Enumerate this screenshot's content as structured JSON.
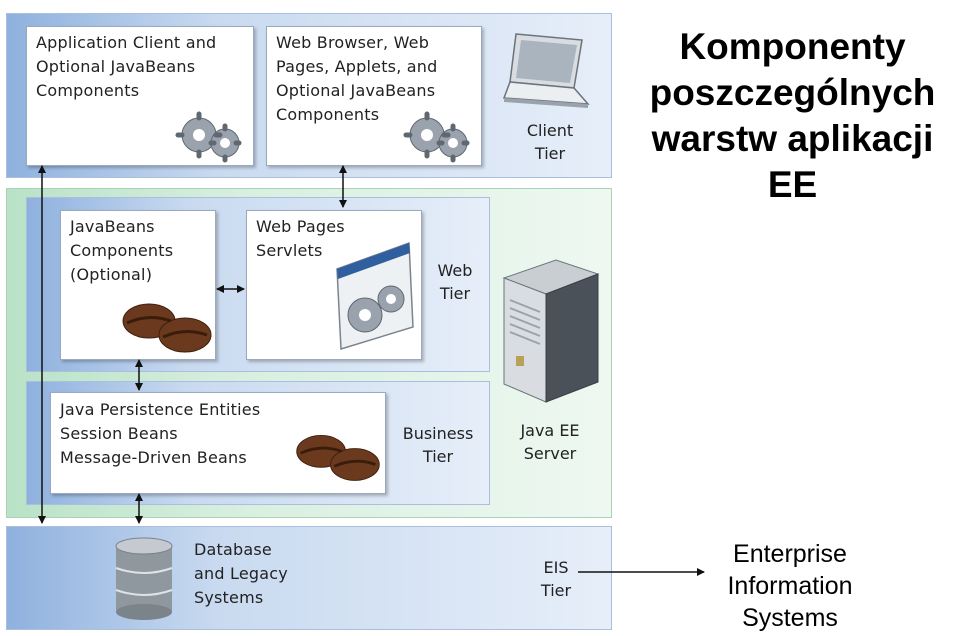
{
  "title": {
    "lines": [
      "Komponenty",
      "poszczególnych",
      "warstw aplikacji",
      "EE"
    ]
  },
  "eis_caption": {
    "lines": [
      "Enterprise",
      "Information",
      "Systems"
    ]
  },
  "client_tier": {
    "label_lines": [
      "Client",
      "Tier"
    ],
    "app_client": {
      "lines": [
        "Application Client and",
        "Optional JavaBeans",
        "Components"
      ]
    },
    "web_browser": {
      "lines": [
        "Web Browser, Web",
        "Pages, Applets, and",
        "Optional JavaBeans",
        "Components"
      ]
    },
    "icon": "laptop-icon"
  },
  "web_tier": {
    "label_lines": [
      "Web",
      "Tier"
    ],
    "javabeans": {
      "lines": [
        "JavaBeans",
        "Components",
        "(Optional)"
      ]
    },
    "web_pages": {
      "lines": [
        "Web Pages",
        "Servlets"
      ]
    }
  },
  "business_tier": {
    "label_lines": [
      "Business",
      "Tier"
    ],
    "entities": {
      "lines": [
        "Java Persistence Entities",
        "Session Beans",
        "Message-Driven Beans"
      ]
    }
  },
  "server": {
    "label_lines": [
      "Java EE",
      "Server"
    ],
    "icon": "server-tower-icon"
  },
  "eis_tier": {
    "label_lines": [
      "EIS",
      "Tier"
    ],
    "database": {
      "lines": [
        "Database",
        "and Legacy",
        "Systems"
      ]
    },
    "icon": "database-icon"
  },
  "colors": {
    "client_band": "#c9daf0",
    "server_band": "#d9efe0",
    "eis_band": "#c9daf0",
    "card_border": "#9aa9bb"
  }
}
